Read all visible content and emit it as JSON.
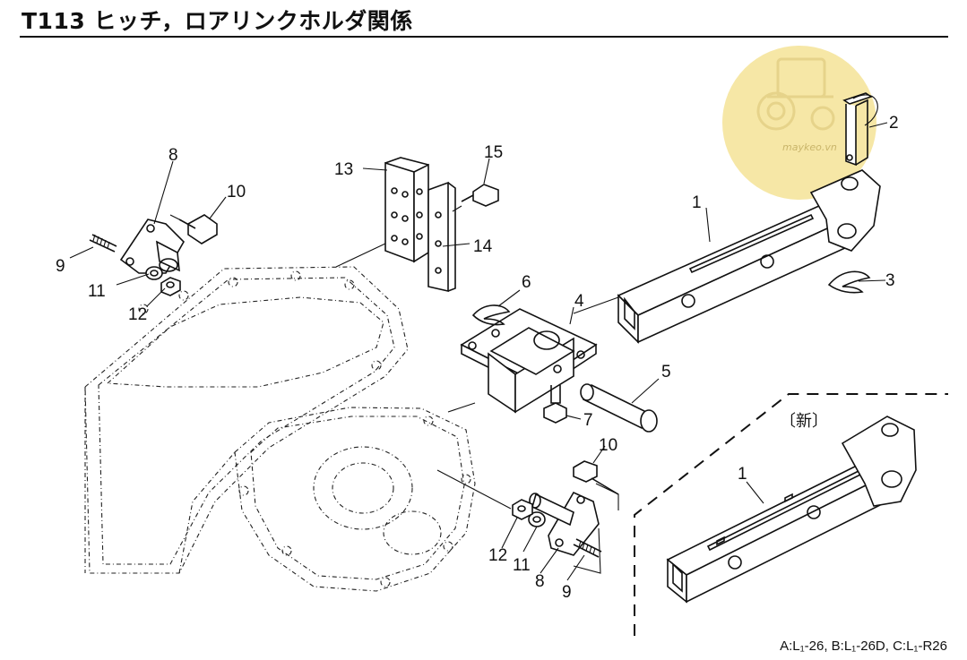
{
  "title": "T113 ヒッチ，ロアリンクホルダ関係",
  "watermark": {
    "text": "maykeo.vn",
    "color": "#f6e7a6"
  },
  "new_box_label": "〔新〕",
  "footnote": "A:L₁-26,  B:L₁-26D,  C:L₁-R26",
  "callouts": {
    "c1": "1",
    "c2": "2",
    "c3": "3",
    "c4": "4",
    "c5": "5",
    "c6": "6",
    "c7": "7",
    "c8": "8",
    "c9": "9",
    "c10": "10",
    "c11": "11",
    "c12": "12",
    "c13": "13",
    "c14": "14",
    "c15": "15",
    "c10b": "10",
    "c12b": "12",
    "c11b": "11",
    "c8b": "8",
    "c9b": "9",
    "c1new": "1"
  }
}
